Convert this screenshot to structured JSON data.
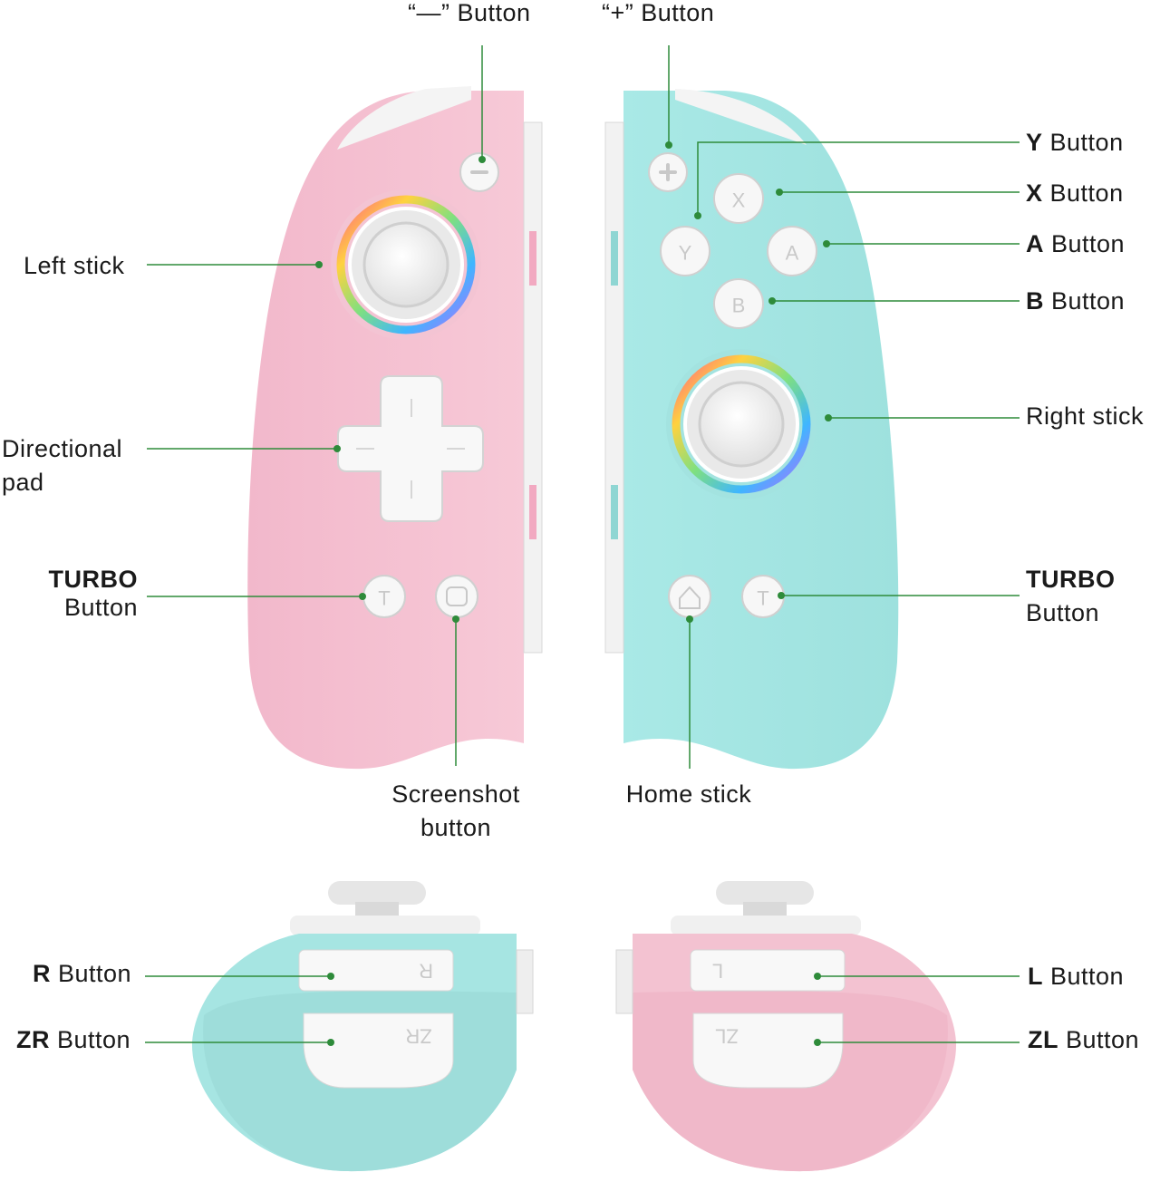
{
  "labels": {
    "minus": "“—” Button",
    "plus": "“+” Button",
    "y": {
      "key": "Y",
      "word": "Button"
    },
    "x": {
      "key": "X",
      "word": "Button"
    },
    "a": {
      "key": "A",
      "word": "Button"
    },
    "b": {
      "key": "B",
      "word": "Button"
    },
    "left_stick": "Left stick",
    "right_stick": "Right stick",
    "dpad_line1": "Directional",
    "dpad_line2": "pad",
    "turbo_left_line1": "TURBO",
    "turbo_left_line2": "Button",
    "turbo_right_line1": "TURBO",
    "turbo_right_line2": "Button",
    "screenshot_line1": "Screenshot",
    "screenshot_line2": "button",
    "home": "Home stick",
    "r": {
      "key": "R",
      "word": "Button"
    },
    "zr": {
      "key": "ZR",
      "word": "Button"
    },
    "l": {
      "key": "L",
      "word": "Button"
    },
    "zl": {
      "key": "ZL",
      "word": "Button"
    }
  },
  "button_glyphs": {
    "minus": "−",
    "plus": "+",
    "y": "Y",
    "x": "X",
    "a": "A",
    "b": "B",
    "turbo": "T",
    "r": "R",
    "zr": "ZR",
    "l": "L",
    "zl": "ZL"
  },
  "colors": {
    "pink": "#f5bfd0",
    "blue": "#a3e6e3",
    "leader": "#2e8b3a"
  }
}
